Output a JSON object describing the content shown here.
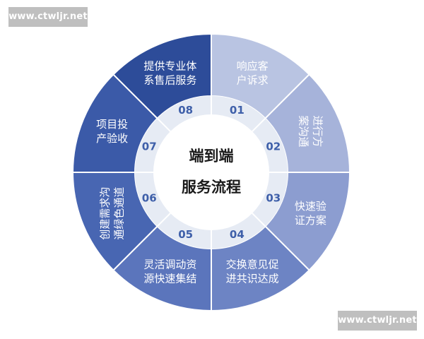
{
  "watermark": "www.ctwljr.net",
  "center": {
    "line1": "端到端",
    "line2": "服务流程"
  },
  "colors": {
    "ring_mid": "#e6ebf4",
    "center_fill": "#ffffff",
    "number_color": "#3e5fa9",
    "separator": "#ffffff"
  },
  "steps": [
    {
      "number": "01",
      "lines": [
        "响应客",
        "户诉求"
      ],
      "color": "#b9c4e2"
    },
    {
      "number": "02",
      "lines": [
        "进行方",
        "案沟通"
      ],
      "color": "#a6b3da"
    },
    {
      "number": "03",
      "lines": [
        "快速验",
        "证方案"
      ],
      "color": "#8c9dd0"
    },
    {
      "number": "04",
      "lines": [
        "交换意见促",
        "进共识达成"
      ],
      "color": "#6d84c4"
    },
    {
      "number": "05",
      "lines": [
        "灵活调动资",
        "源快速集结"
      ],
      "color": "#5b75bc"
    },
    {
      "number": "06",
      "lines": [
        "创建需求沟",
        "通绿色通道"
      ],
      "color": "#4866b2"
    },
    {
      "number": "07",
      "lines": [
        "项目投",
        "产验收"
      ],
      "color": "#3b5aa8"
    },
    {
      "number": "08",
      "lines": [
        "提供专业体",
        "系售后服务"
      ],
      "color": "#2d4c99"
    }
  ]
}
